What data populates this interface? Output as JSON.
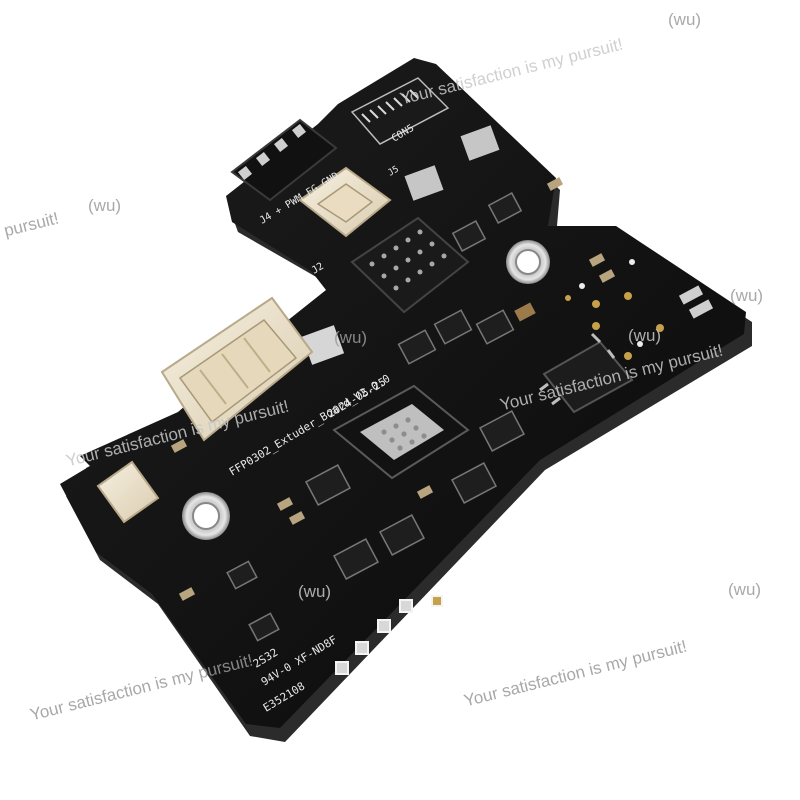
{
  "watermark": {
    "texts": [
      "(wu)",
      "pursuit!",
      "(wu)",
      "Your satisfaction is my pursuit!",
      "(wu)",
      "Your satisfaction is my pursuit!",
      "(wu)",
      "Your satisfaction is my pursuit!",
      "(wu)",
      "Your satisfaction is my pursuit!",
      "Your satisfaction is my pursuit!",
      "(wu)",
      "(wu)"
    ],
    "color": "#9a9a9a"
  },
  "board": {
    "name_label": "FFP0302_Extuder_Board_V2.0.0",
    "date_label": "2024-05-25",
    "fan_header_label": "J4 + PWM FG GND",
    "connector_label": "CON5",
    "j2_label": "J2",
    "j5_label": "J5",
    "code_label": "94V-0 XF-ND8F",
    "lot_label": "E352108",
    "mark_label": "2S32",
    "pcb_color": "#0d0d0d",
    "connector_color": "#efe6d2"
  }
}
